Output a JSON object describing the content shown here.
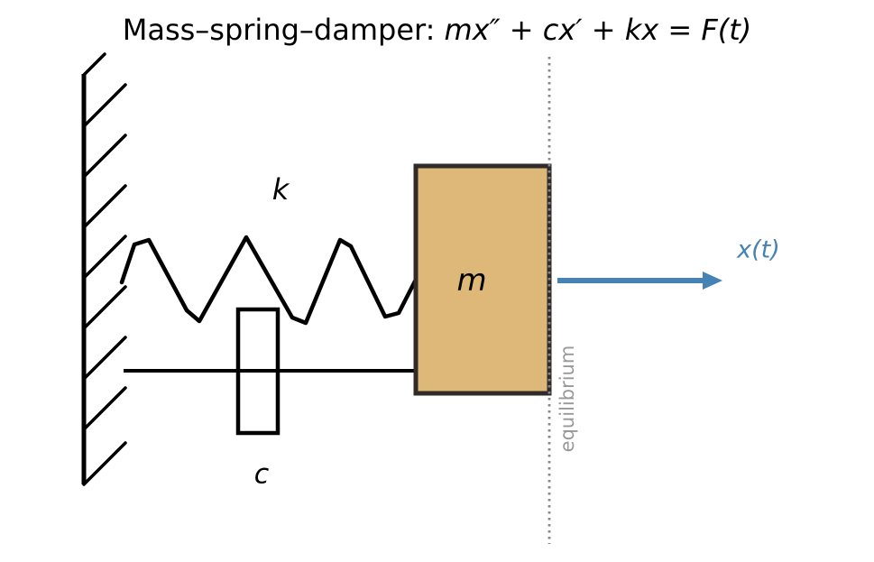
{
  "title": {
    "prefix": "Mass–spring–damper: ",
    "equation": "mx″ + cx′ + kx = F(t)"
  },
  "labels": {
    "spring": "k",
    "damper": "c",
    "mass": "m",
    "displacement": "x(t)",
    "equilibrium": "equilibrium"
  },
  "colors": {
    "mass_fill": "#DDB878",
    "mass_border": "#2E2B28",
    "arrow_blue": "#4682B4",
    "equilibrium_gray": "#999999",
    "dotted_gray": "#888888"
  }
}
